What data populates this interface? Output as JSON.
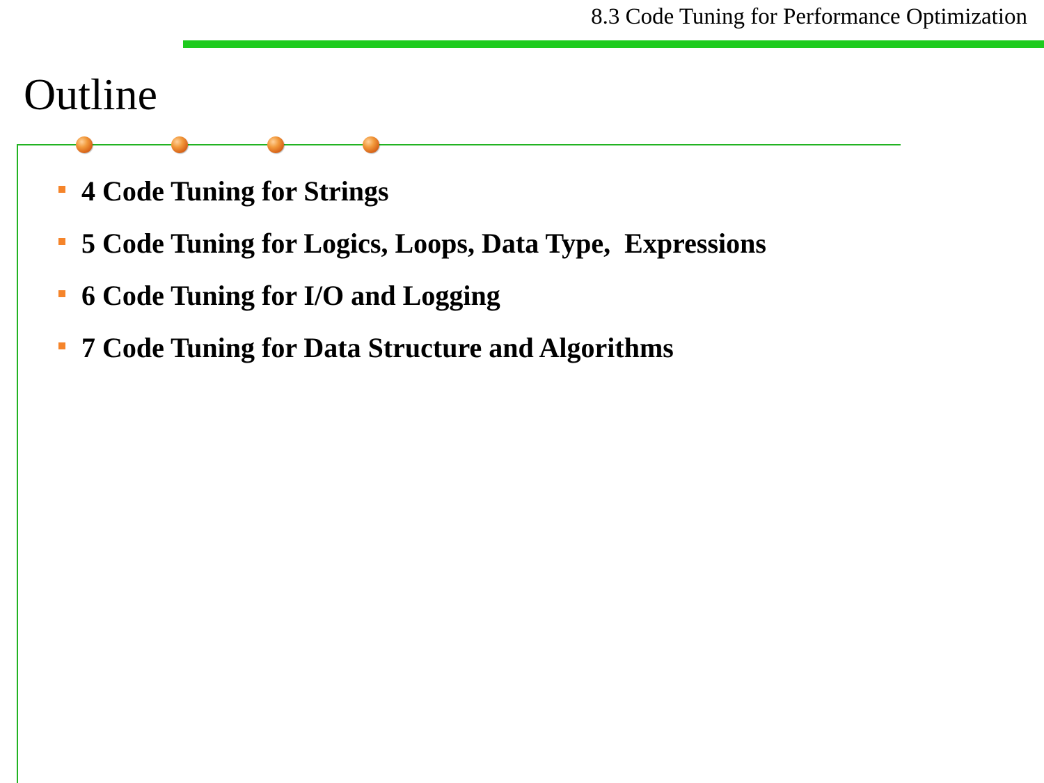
{
  "header": {
    "section_title": "8.3 Code Tuning for Performance Optimization"
  },
  "slide": {
    "title": "Outline",
    "bullets": [
      {
        "label": "4 Code Tuning for Strings"
      },
      {
        "label": "5 Code Tuning for Logics, Loops, Data Type,  Expressions"
      },
      {
        "label": "6 Code Tuning for I/O and Logging"
      },
      {
        "label": "7 Code Tuning for Data Structure and Algorithms"
      }
    ]
  },
  "colors": {
    "header_rule": "#1ecb1e",
    "frame_line": "#22b322",
    "bullet": "#f5842a",
    "dot": "#e0782a"
  }
}
